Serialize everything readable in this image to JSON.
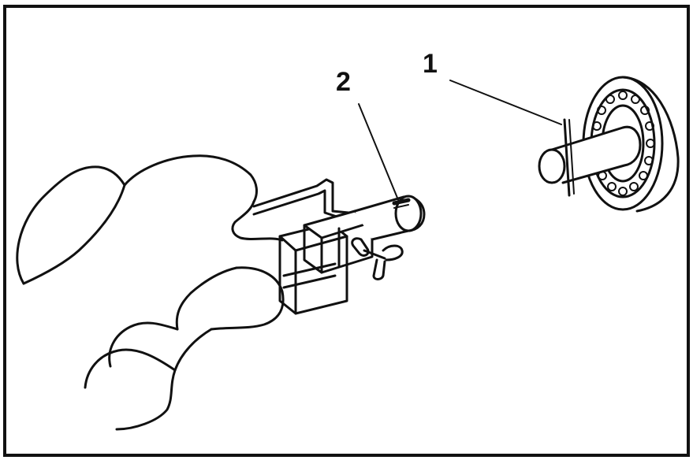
{
  "callouts": [
    {
      "id": "1",
      "label": "1"
    },
    {
      "id": "2",
      "label": "2"
    }
  ],
  "colors": {
    "stroke": "#111111",
    "background": "#ffffff"
  }
}
